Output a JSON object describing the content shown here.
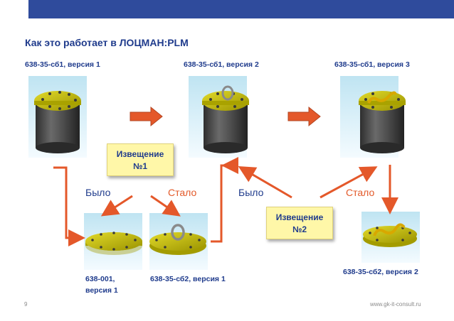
{
  "slide": {
    "title": "Как это работает в ЛОЦМАН:PLM",
    "page_number": "9",
    "url": "www.gk-it-consult.ru"
  },
  "assemblies": [
    {
      "label": "638-35-сб1, версия 1"
    },
    {
      "label": "638-35-сб1, версия 2"
    },
    {
      "label": "638-35-сб1, версия 3"
    }
  ],
  "parts": [
    {
      "label_line1": "638-001,",
      "label_line2": "версия 1"
    },
    {
      "label": "638-35-сб2, версия 1"
    },
    {
      "label": "638-35-сб2, версия 2"
    }
  ],
  "notices": [
    {
      "line1": "Извещение",
      "line2": "№1"
    },
    {
      "line1": "Извещение",
      "line2": "№2"
    }
  ],
  "transitions": {
    "before_1": "Было",
    "after_1": "Стало",
    "before_2": "Было",
    "after_2": "Стало"
  },
  "colors": {
    "brand_blue": "#2f4b9c",
    "arrow_orange": "#e4582a",
    "note_yellow": "#fff7a8",
    "cylinder_grey": "#4a4a4a",
    "lid_yellow": "#c9c200"
  }
}
